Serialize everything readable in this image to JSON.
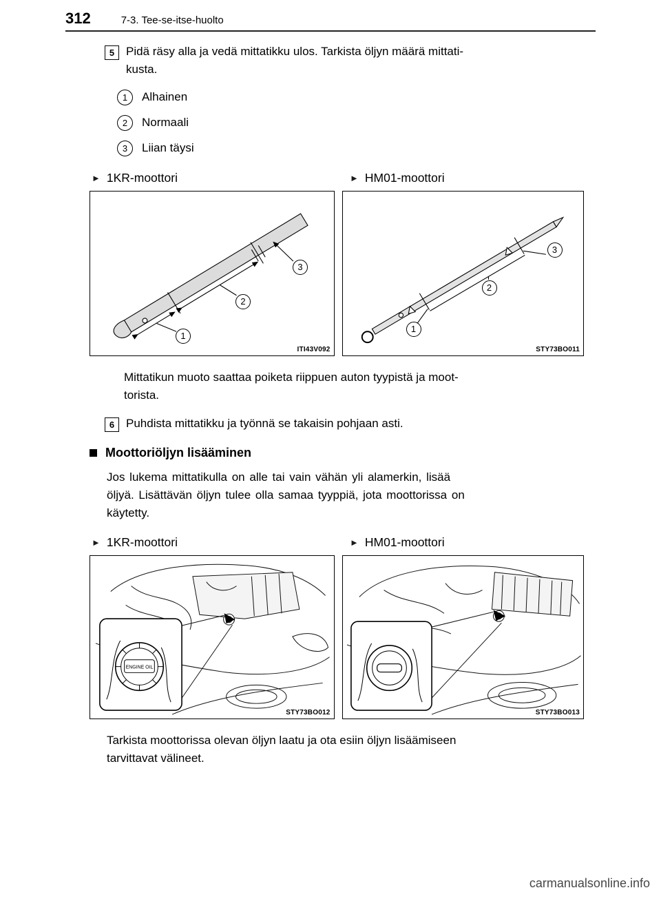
{
  "header": {
    "page_number": "312",
    "chapter": "7-3. Tee-se-itse-huolto"
  },
  "step5": {
    "num": "5",
    "text": "Pidä räsy alla ja vedä mittatikku ulos. Tarkista öljyn määrä mittati-\nkusta."
  },
  "levels": [
    {
      "num": "1",
      "label": "Alhainen"
    },
    {
      "num": "2",
      "label": "Normaali"
    },
    {
      "num": "3",
      "label": "Liian täysi"
    }
  ],
  "engine_headers": {
    "left": "1KR-moottori",
    "right": "HM01-moottori"
  },
  "callouts": [
    "1",
    "2",
    "3"
  ],
  "figures": {
    "dipstick_1kr": {
      "code": "ITI43V092"
    },
    "dipstick_hm01": {
      "code": "STY73BO011"
    },
    "engine_1kr": {
      "code": "STY73BO012",
      "cap_label": "ENGINE OIL"
    },
    "engine_hm01": {
      "code": "STY73BO013"
    }
  },
  "note_dipstick": "Mittatikun muoto saattaa poiketa riippuen auton tyypistä ja moot-\ntorista.",
  "step6": {
    "num": "6",
    "text": "Puhdista mittatikku ja työnnä se takaisin pohjaan asti."
  },
  "section_add_oil": {
    "title": "Moottoriöljyn lisääminen",
    "body": "Jos lukema mittatikulla on alle tai vain vähän yli alamerkin, lisää\nöljyä. Lisättävän öljyn tulee olla samaa tyyppiä, jota moottorissa on\nkäytetty."
  },
  "note_check_oil": "Tarkista moottorissa olevan öljyn laatu ja ota esiin öljyn lisäämiseen\ntarvittavat välineet.",
  "watermark": "carmanualsonline.info"
}
